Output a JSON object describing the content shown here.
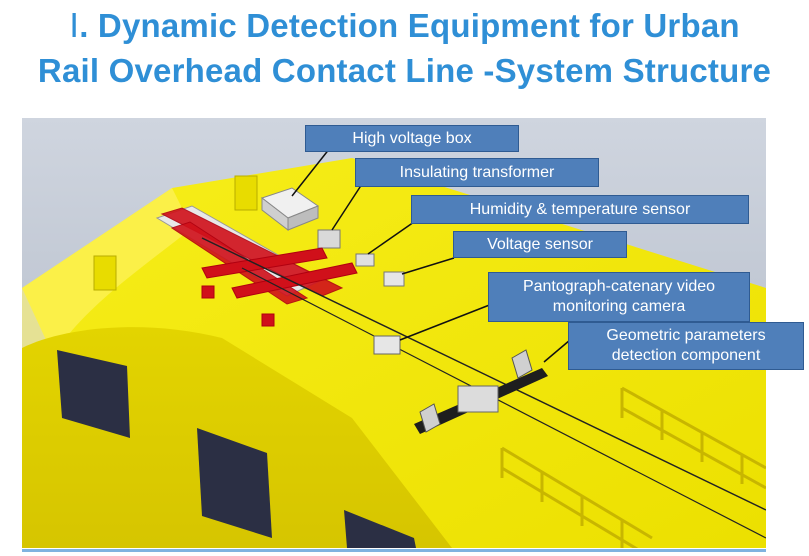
{
  "title": {
    "roman": "Ⅰ",
    "line1_rest": ". Dynamic Detection Equipment for Urban",
    "line2": "Rail Overhead Contact Line -System Structure"
  },
  "callouts": {
    "high_voltage_box": "High voltage box",
    "insulating_transformer": "Insulating transformer",
    "humidity_sensor": "Humidity & temperature sensor",
    "voltage_sensor": "Voltage sensor",
    "video_camera_line1": "Pantograph-catenary  video",
    "video_camera_line2": "monitoring camera",
    "geometric_line1": "Geometric parameters",
    "geometric_line2": "detection component"
  },
  "colors": {
    "title": "#2f8fd6",
    "callout_fill": "#4f7fba",
    "roof_yellow": "#f2e600",
    "pantograph_red": "#d0101a"
  }
}
